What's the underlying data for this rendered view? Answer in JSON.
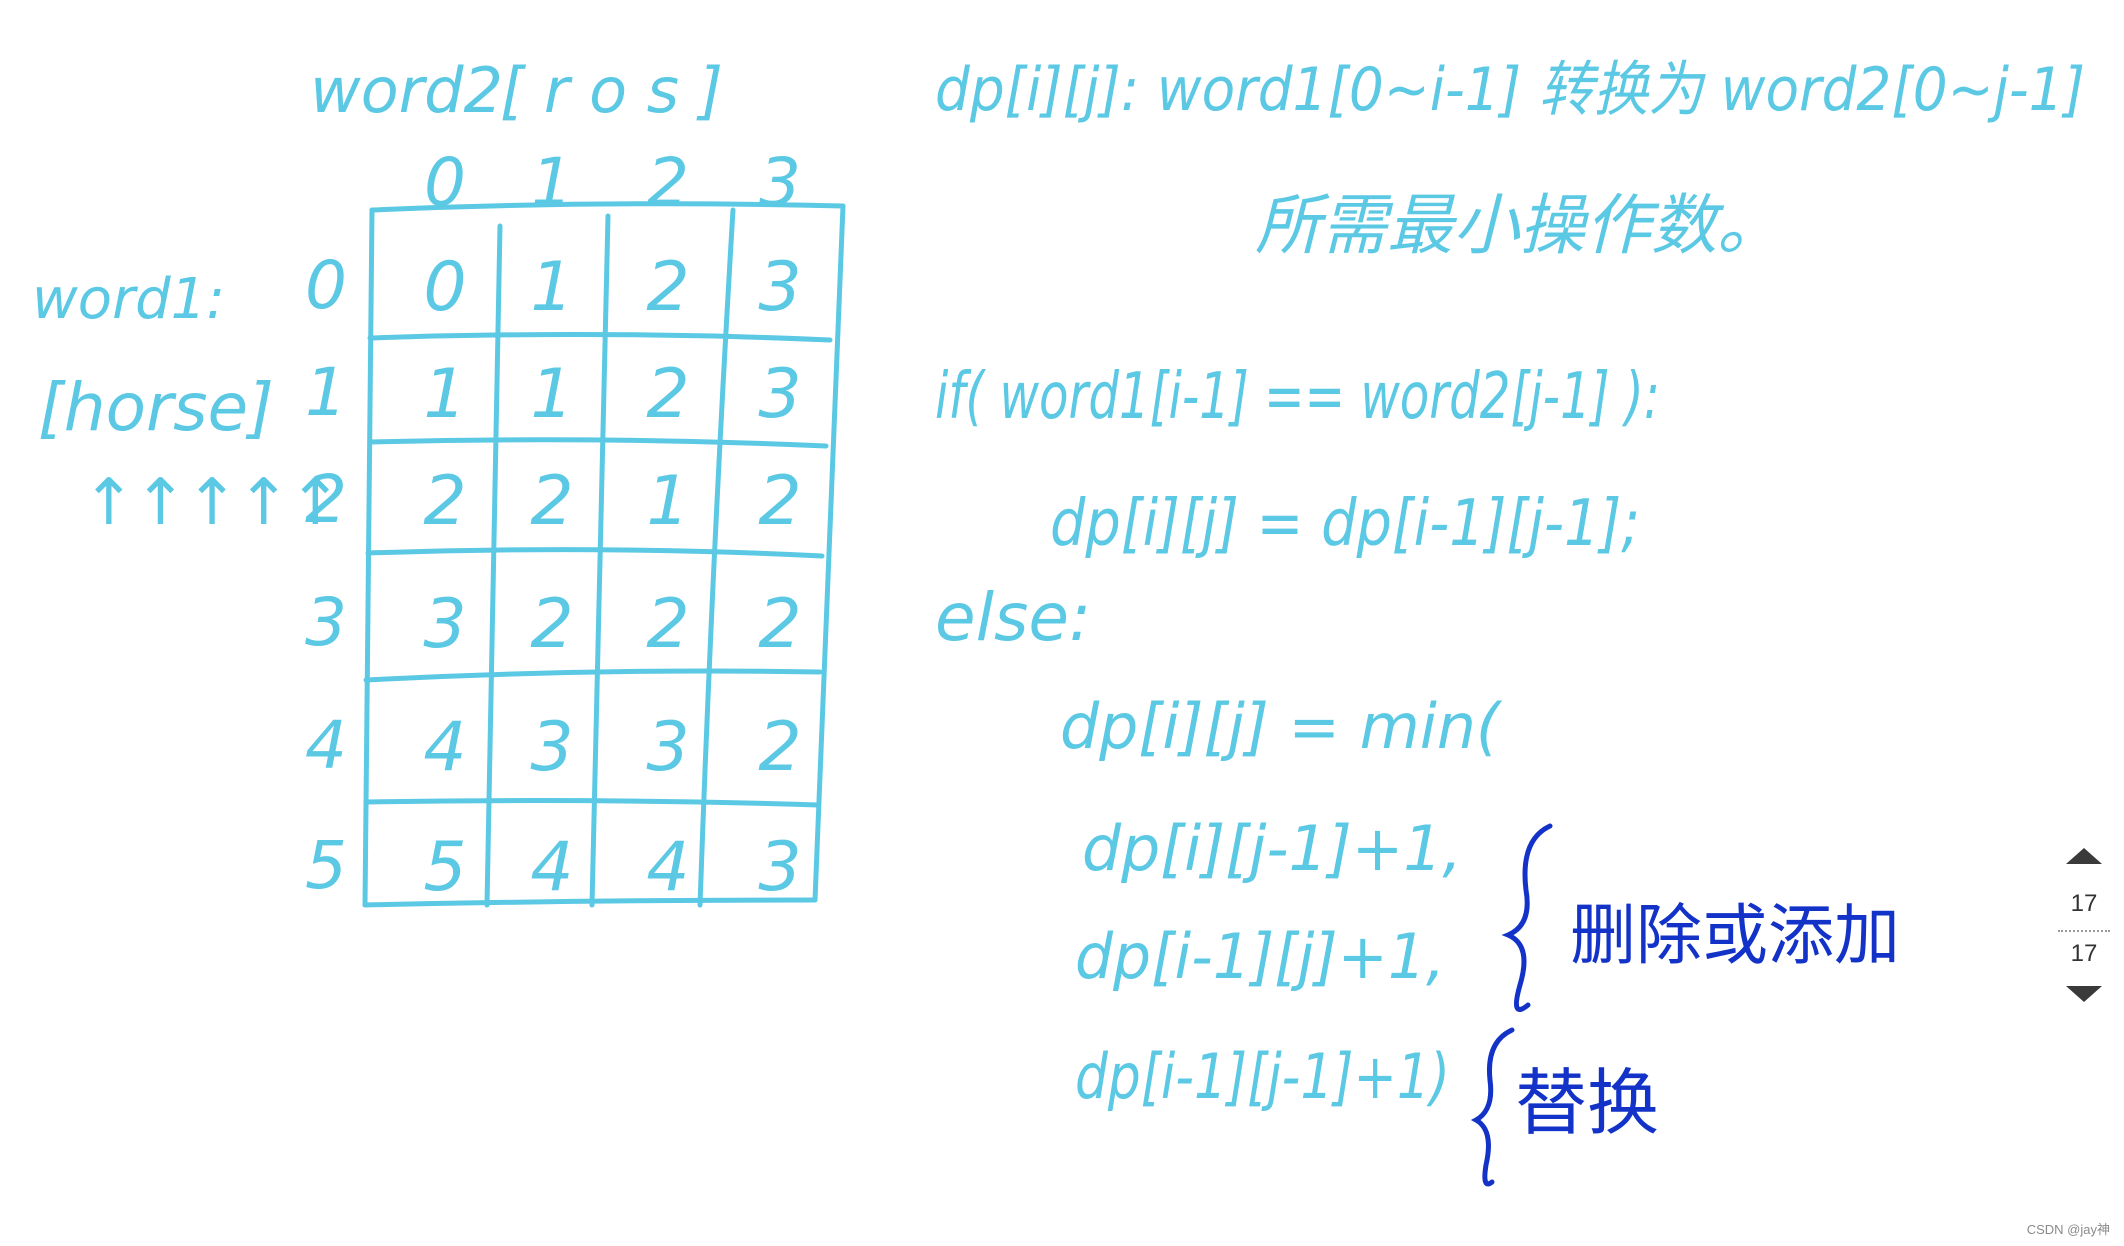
{
  "word2_label": "word2",
  "word2_value": "[ r o s ]",
  "word1_label": "word1:",
  "word1_value": "[horse]",
  "word1_arrows": "↑↑↑↑↑",
  "column_indices": [
    "0",
    "1",
    "2",
    "3"
  ],
  "row_indices": [
    "0",
    "1",
    "2",
    "3",
    "4",
    "5"
  ],
  "dp_table": [
    [
      "0",
      "1",
      "2",
      "3"
    ],
    [
      "1",
      "1",
      "2",
      "3"
    ],
    [
      "2",
      "2",
      "1",
      "2"
    ],
    [
      "3",
      "2",
      "2",
      "2"
    ],
    [
      "4",
      "3",
      "3",
      "2"
    ],
    [
      "5",
      "4",
      "4",
      "3"
    ]
  ],
  "definition": {
    "line1": "dp[i][j]: word1[0~i-1] 转换为 word2[0~j-1]",
    "line2": "所需最小操作数。"
  },
  "recurrence": {
    "if_line": "if( word1[i-1] == word2[j-1] ):",
    "then_line": "dp[i][j] = dp[i-1][j-1];",
    "else_line": "else:",
    "min_line": "dp[i][j] = min(",
    "arg1": "dp[i][j-1]+1,",
    "arg2": "dp[i-1][j]+1,",
    "arg3": "dp[i-1][j-1]+1)"
  },
  "annotations": {
    "delete_or_add": "删除或添加",
    "replace": "替换"
  },
  "pager": {
    "current": "17",
    "total": "17"
  },
  "watermark": "CSDN @jay神"
}
